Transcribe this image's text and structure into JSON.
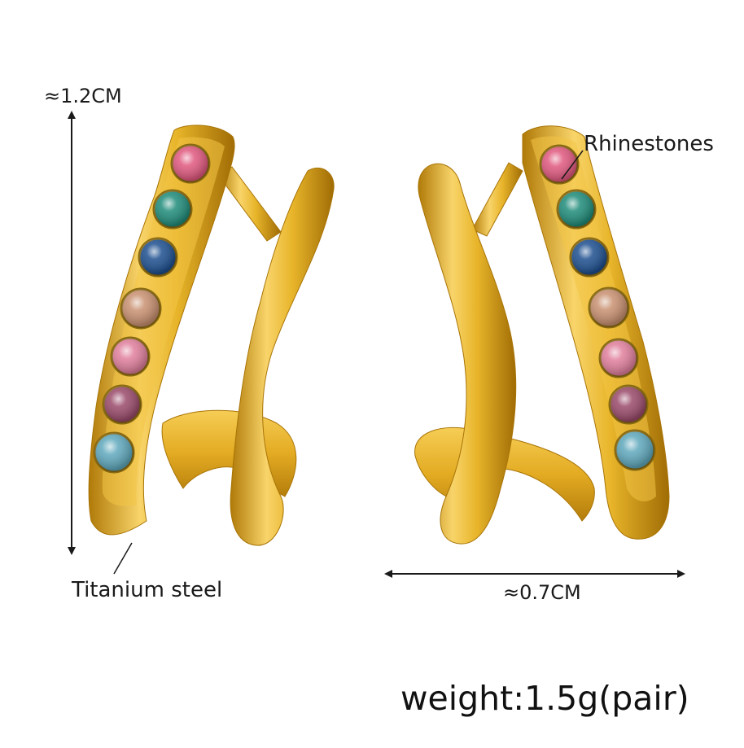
{
  "annotations": {
    "height": "≈1.2CM",
    "width": "≈0.7CM",
    "stones": "Rhinestones",
    "material": "Titanium steel"
  },
  "weight": "weight:1.5g(pair)",
  "colors": {
    "gold_light": "#f8d46a",
    "gold_mid": "#e8b52a",
    "gold_dark": "#b07a08",
    "line": "#1a1a1a",
    "stones_left_top_to_bottom": [
      "#e0587e",
      "#1f8c7a",
      "#1d4f8f",
      "#c89070",
      "#e07f9c",
      "#9a4a6a",
      "#5fa8bc"
    ],
    "stones_right_top_to_bottom": [
      "#e0587e",
      "#1f8c7a",
      "#1d4f8f",
      "#c89070",
      "#e07f9c",
      "#9a4a6a",
      "#5fa8bc"
    ]
  }
}
